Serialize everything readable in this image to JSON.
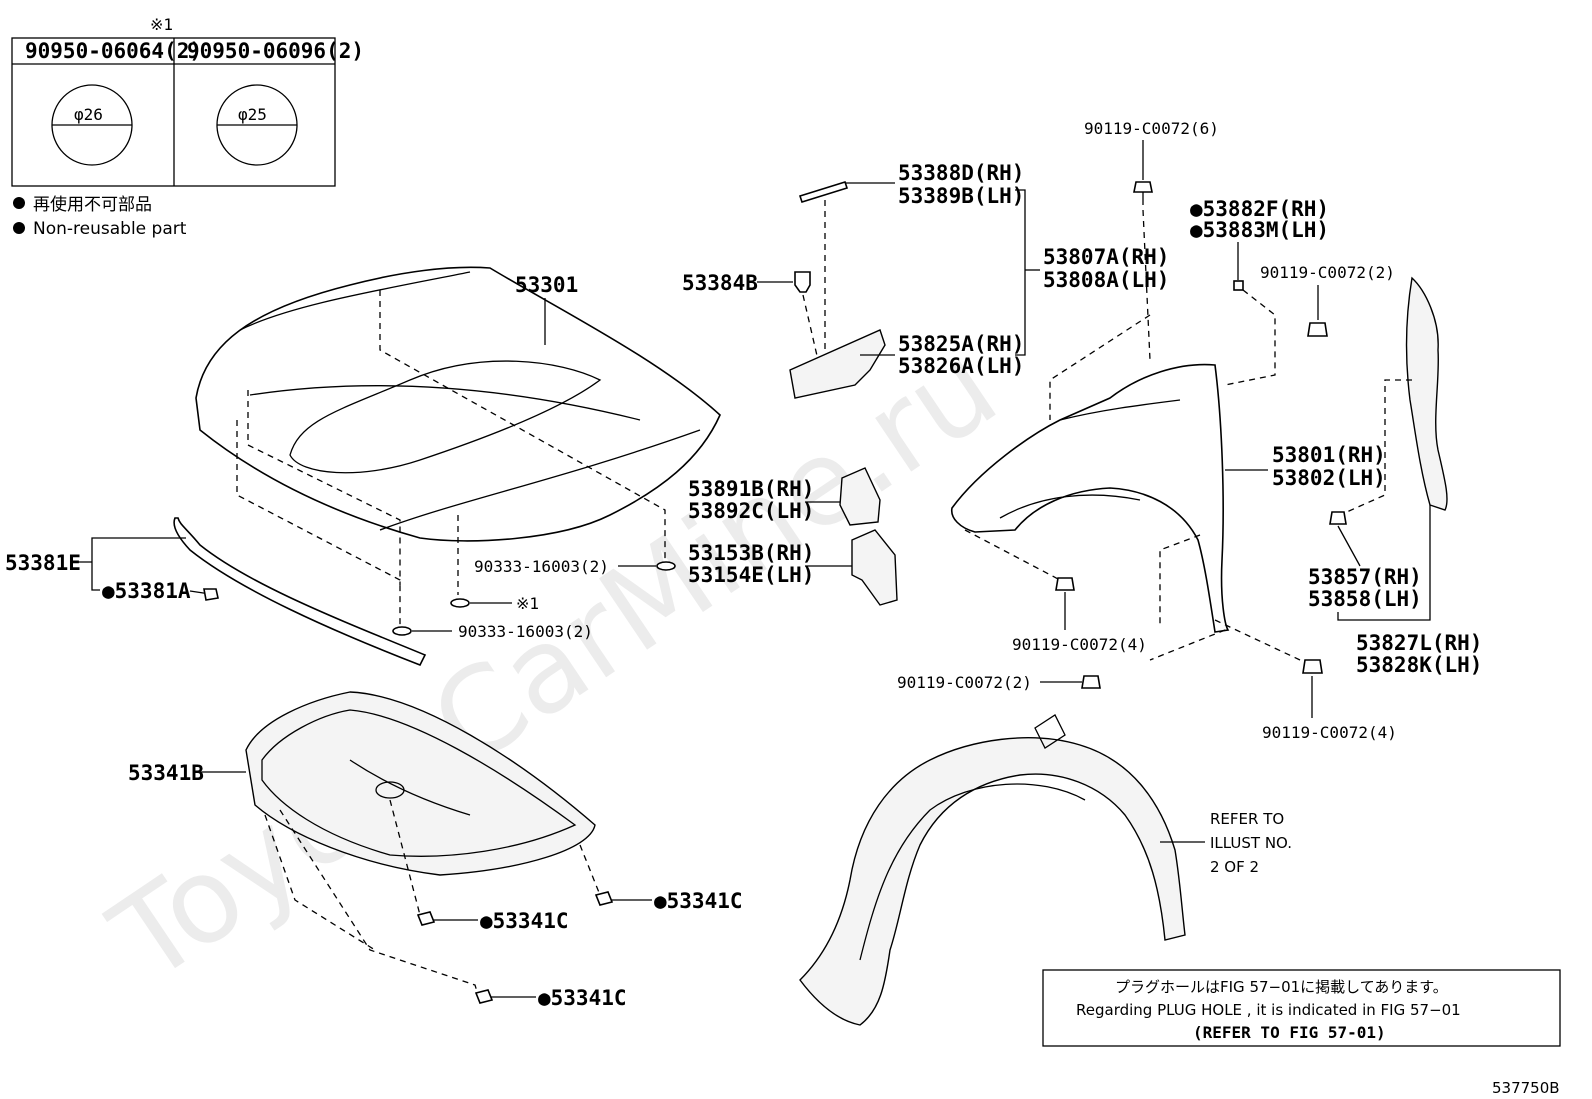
{
  "legend_table": {
    "note_mark": "※1",
    "columns": [
      {
        "part": "90950-06064(2)",
        "size": "φ26"
      },
      {
        "part": "90950-06096(2)",
        "size": "φ25"
      }
    ]
  },
  "legend_notes": {
    "jp": "再使用不可部品",
    "en": "Non-reusable part"
  },
  "watermark": "ToyotaCarMine.ru",
  "labels": {
    "hood": "53301",
    "bolt_top": "90119-C0072(6)",
    "liner_rh": "53388D(RH)",
    "liner_lh": "53389B(LH)",
    "cushion": "53384B",
    "fender_brace_rh": "53807A(RH)",
    "fender_brace_lh": "53808A(LH)",
    "bracket_rh": "53825A(RH)",
    "bracket_lh": "53826A(LH)",
    "clip_rh": "●53882F(RH)",
    "clip_lh": "●53883M(LH)",
    "bolt_upper_right": "90119-C0072(2)",
    "fender_rh": "53801(RH)",
    "fender_lh": "53802(LH)",
    "pad_rh": "53891B(RH)",
    "pad_lh": "53892C(LH)",
    "seal_rh": "53153B(RH)",
    "seal_lh": "53154E(LH)",
    "weatherstrip": "53381E",
    "weatherstrip_clip": "●53381A",
    "plug_1": "90333-16003(2)",
    "plug_mark": "※1",
    "plug_2": "90333-16003(2)",
    "bolt_mid": "90119-C0072(4)",
    "bolt_lower_left": "90119-C0072(2)",
    "bolt_lower_right": "90119-C0072(4)",
    "insulator_rh": "53857(RH)",
    "insulator_lh": "53858(LH)",
    "seal_side_rh": "53827L(RH)",
    "seal_side_lh": "53828K(LH)",
    "hood_insulator": "53341B",
    "insulator_clip_1": "●53341C",
    "insulator_clip_2": "●53341C",
    "insulator_clip_3": "●53341C",
    "refer_line1": "REFER TO",
    "refer_line2": "ILLUST NO.",
    "refer_line3": "2 OF 2"
  },
  "plug_note": {
    "jp": "プラグホールはFIG 57−01に掲載してあります。",
    "en": "Regarding PLUG HOLE , it is indicated in FIG 57−01",
    "ref": "(REFER TO FIG 57-01)"
  },
  "figure_id": "537750B"
}
